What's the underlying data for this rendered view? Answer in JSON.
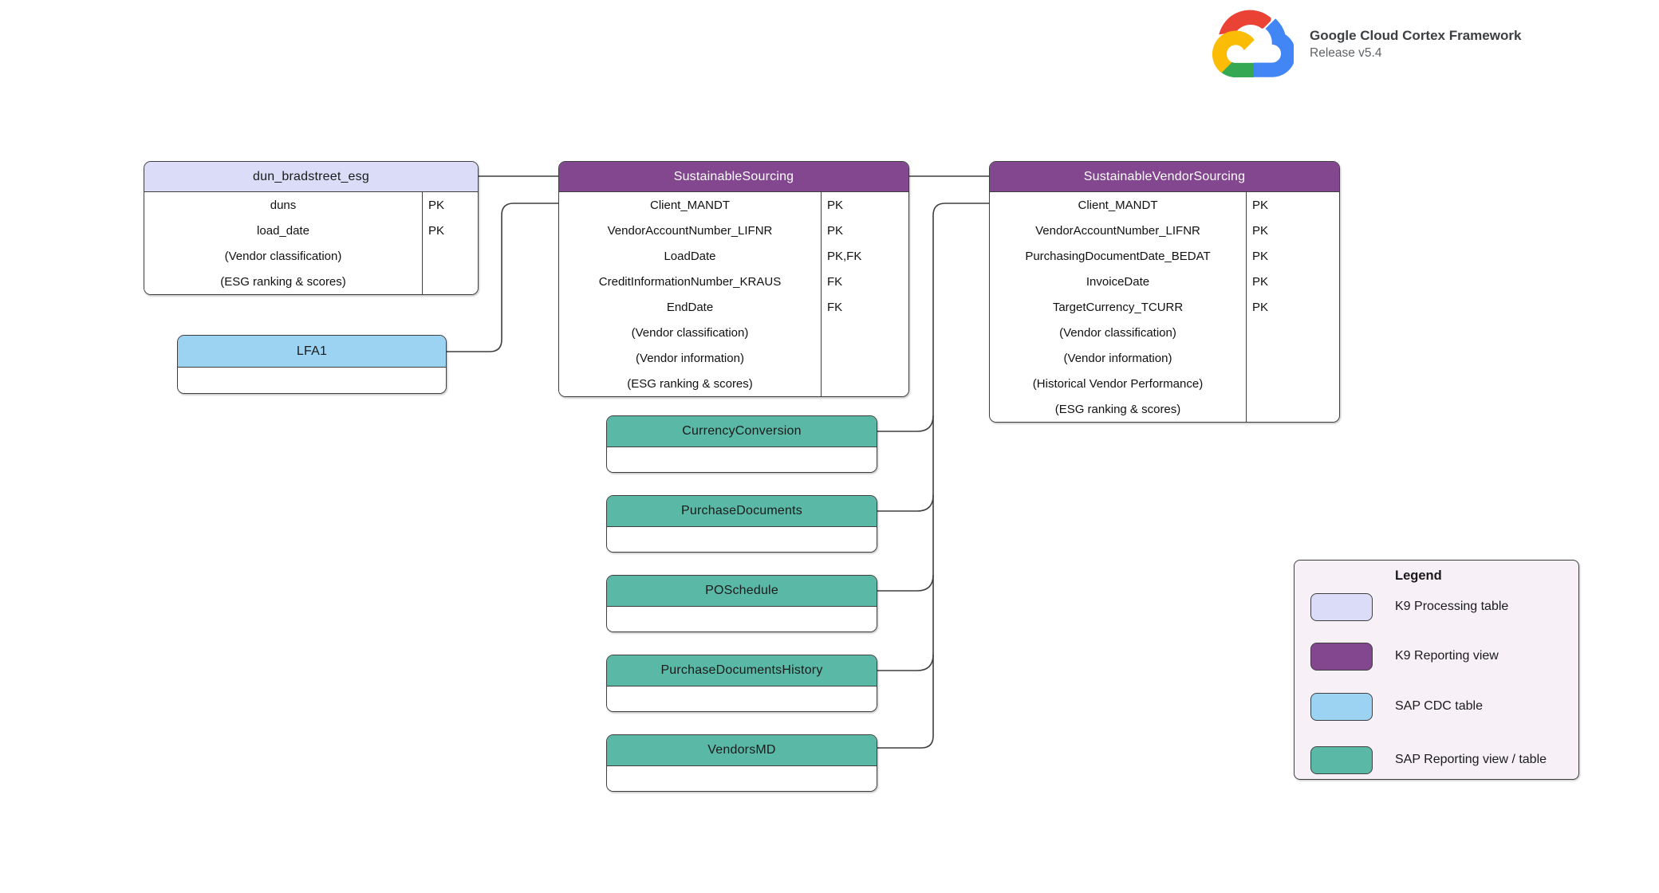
{
  "brand": {
    "title": "Google Cloud Cortex Framework",
    "subtitle": "Release v5.4",
    "logo": "google-cloud-logo",
    "logo_colors": {
      "red": "#EA4335",
      "blue": "#4285F4",
      "green": "#34A853",
      "yellow": "#FBBC05"
    }
  },
  "colors": {
    "k9_processing": "#DBDDF8",
    "k9_reporting": "#82478E",
    "sap_cdc": "#9CD2F2",
    "sap_reporting": "#5AB9A6",
    "legend_background": "#F7F1F7",
    "line": "#3F3F3F"
  },
  "tables": [
    {
      "id": "dun_bradstreet_esg",
      "title": "dun_bradstreet_esg",
      "type": "k9_processing",
      "rows": [
        {
          "name": "duns",
          "key": "PK"
        },
        {
          "name": "load_date",
          "key": "PK"
        },
        {
          "name": "(Vendor classification)",
          "key": ""
        },
        {
          "name": "(ESG ranking & scores)",
          "key": ""
        }
      ]
    },
    {
      "id": "SustainableSourcing",
      "title": "SustainableSourcing",
      "type": "k9_reporting",
      "rows": [
        {
          "name": "Client_MANDT",
          "key": "PK"
        },
        {
          "name": "VendorAccountNumber_LIFNR",
          "key": "PK"
        },
        {
          "name": "LoadDate",
          "key": "PK,FK"
        },
        {
          "name": "CreditInformationNumber_KRAUS",
          "key": "FK"
        },
        {
          "name": "EndDate",
          "key": "FK"
        },
        {
          "name": "(Vendor classification)",
          "key": ""
        },
        {
          "name": "(Vendor information)",
          "key": ""
        },
        {
          "name": "(ESG ranking & scores)",
          "key": ""
        }
      ]
    },
    {
      "id": "SustainableVendorSourcing",
      "title": "SustainableVendorSourcing",
      "type": "k9_reporting",
      "rows": [
        {
          "name": "Client_MANDT",
          "key": "PK"
        },
        {
          "name": "VendorAccountNumber_LIFNR",
          "key": "PK"
        },
        {
          "name": "PurchasingDocumentDate_BEDAT",
          "key": "PK"
        },
        {
          "name": "InvoiceDate",
          "key": "PK"
        },
        {
          "name": "TargetCurrency_TCURR",
          "key": "PK"
        },
        {
          "name": "(Vendor classification)",
          "key": ""
        },
        {
          "name": "(Vendor information)",
          "key": ""
        },
        {
          "name": "(Historical Vendor Performance)",
          "key": ""
        },
        {
          "name": "(ESG ranking & scores)",
          "key": ""
        }
      ]
    },
    {
      "id": "LFA1",
      "title": "LFA1",
      "type": "sap_cdc",
      "rows": []
    },
    {
      "id": "CurrencyConversion",
      "title": "CurrencyConversion",
      "type": "sap_reporting",
      "rows": []
    },
    {
      "id": "PurchaseDocuments",
      "title": "PurchaseDocuments",
      "type": "sap_reporting",
      "rows": []
    },
    {
      "id": "POSchedule",
      "title": "POSchedule",
      "type": "sap_reporting",
      "rows": []
    },
    {
      "id": "PurchaseDocumentsHistory",
      "title": "PurchaseDocumentsHistory",
      "type": "sap_reporting",
      "rows": []
    },
    {
      "id": "VendorsMD",
      "title": "VendorsMD",
      "type": "sap_reporting",
      "rows": []
    }
  ],
  "connections": [
    {
      "from": "dun_bradstreet_esg",
      "to": "SustainableSourcing"
    },
    {
      "from": "LFA1",
      "to": "SustainableSourcing"
    },
    {
      "from": "SustainableSourcing",
      "to": "SustainableVendorSourcing"
    },
    {
      "from": "CurrencyConversion",
      "to": "SustainableVendorSourcing"
    },
    {
      "from": "PurchaseDocuments",
      "to": "SustainableVendorSourcing"
    },
    {
      "from": "POSchedule",
      "to": "SustainableVendorSourcing"
    },
    {
      "from": "PurchaseDocumentsHistory",
      "to": "SustainableVendorSourcing"
    },
    {
      "from": "VendorsMD",
      "to": "SustainableVendorSourcing"
    }
  ],
  "legend": {
    "title": "Legend",
    "items": [
      {
        "label": "K9 Processing table",
        "type": "k9_processing"
      },
      {
        "label": "K9 Reporting view",
        "type": "k9_reporting"
      },
      {
        "label": "SAP CDC table",
        "type": "sap_cdc"
      },
      {
        "label": "SAP Reporting view / table",
        "type": "sap_reporting"
      }
    ]
  }
}
